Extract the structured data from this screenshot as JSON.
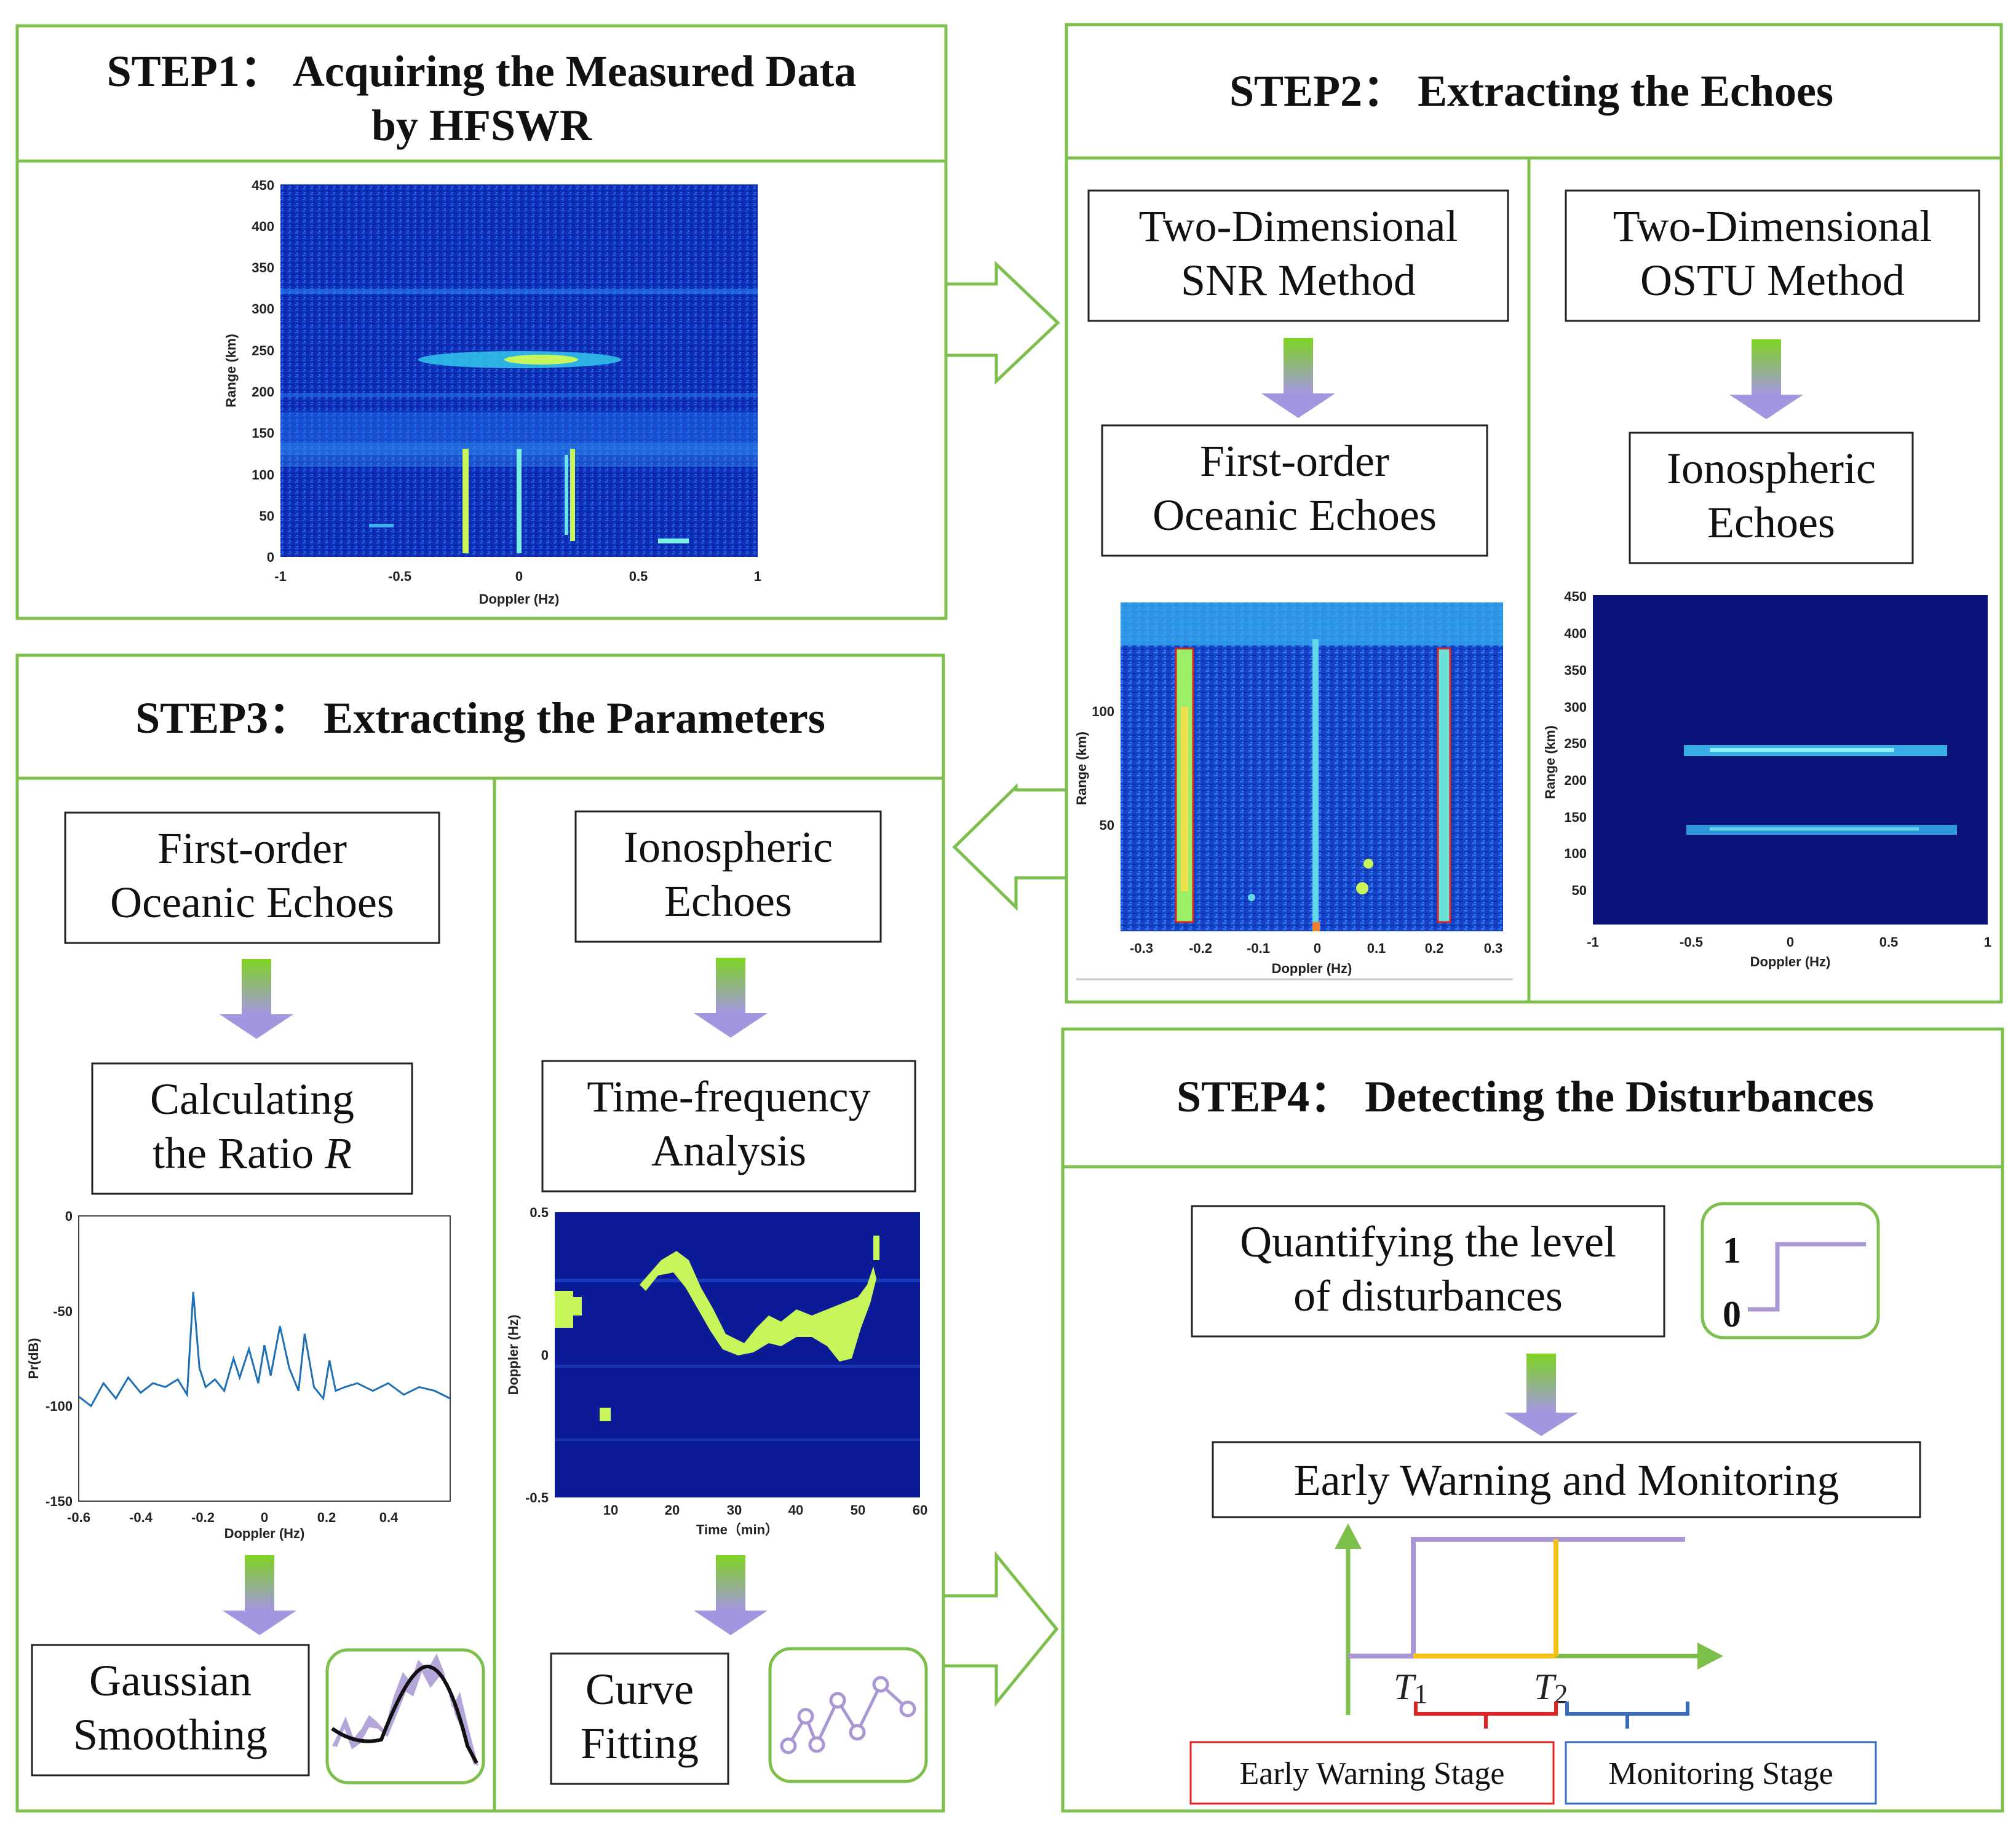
{
  "colors": {
    "frame": "#7cc04b",
    "box": "#222222",
    "purple": "#a897d2",
    "yellow": "#f5c21b",
    "red": "#e52222",
    "blue": "#3a6bc4",
    "radar_bg": "#0c1a8a",
    "radar_line": "#2ab0ff",
    "echo": "#c8f55a",
    "pdb_line": "#1f6fb5"
  },
  "icons": [
    "gradient-down-arrow-icon",
    "hollow-right-arrow-icon",
    "hollow-left-arrow-icon",
    "step-function-icon",
    "gaussian-curve-icon",
    "scatter-fit-icon"
  ],
  "step1": {
    "title_line1": "STEP1： Acquiring the Measured Data",
    "title_line2": "by HFSWR"
  },
  "step2": {
    "title": "STEP2： Extracting the Echoes",
    "left_method": [
      "Two-Dimensional",
      "SNR Method"
    ],
    "left_result": [
      "First-order",
      "Oceanic Echoes"
    ],
    "right_method": [
      "Two-Dimensional",
      "OSTU Method"
    ],
    "right_result": [
      "Ionospheric",
      "Echoes"
    ]
  },
  "step3": {
    "title": "STEP3：  Extracting the Parameters",
    "left_box1": [
      "First-order",
      "Oceanic Echoes"
    ],
    "left_box2_line1": "Calculating",
    "left_box2_line2_prefix": "the Ratio ",
    "left_box2_var": "R",
    "left_box3": [
      "Gaussian",
      "Smoothing"
    ],
    "right_box1": [
      "Ionospheric",
      "Echoes"
    ],
    "right_box2": [
      "Time-frequency",
      "Analysis"
    ],
    "right_box3": [
      "Curve",
      "Fitting"
    ]
  },
  "step4": {
    "title": "STEP4：  Detecting the Disturbances",
    "quantify": [
      "Quantifying the level",
      "of disturbances"
    ],
    "early_warning": "Early Warning and Monitoring",
    "level_high": "1",
    "level_low": "0",
    "t1": "T",
    "t1_sub": "1",
    "t2": "T",
    "t2_sub": "2",
    "early_stage": "Early Warning Stage",
    "monitor_stage": "Monitoring Stage"
  },
  "plot_main": {
    "xlabel": "Doppler (Hz)",
    "ylabel": "Range (km)",
    "xticks": [
      "-1",
      "-0.5",
      "0",
      "0.5",
      "1"
    ],
    "yticks": [
      "0",
      "50",
      "100",
      "150",
      "200",
      "250",
      "300",
      "350",
      "400",
      "450"
    ]
  },
  "plot_snr": {
    "xlabel": "Doppler (Hz)",
    "ylabel": "Range (km)",
    "xticks": [
      "-0.3",
      "-0.2",
      "-0.1",
      "0",
      "0.1",
      "0.2",
      "0.3"
    ],
    "yticks": [
      "50",
      "100"
    ]
  },
  "plot_ostu": {
    "xlabel": "Doppler (Hz)",
    "ylabel": "Range (km)",
    "xticks": [
      "-1",
      "-0.5",
      "0",
      "0.5",
      "1"
    ],
    "yticks": [
      "50",
      "100",
      "150",
      "200",
      "250",
      "300",
      "350",
      "400",
      "450"
    ]
  },
  "chart_data": [
    {
      "type": "line",
      "xlabel": "Doppler (Hz)",
      "ylabel": "Pr(dB)",
      "xticks": [
        "-0.6",
        "-0.4",
        "-0.2",
        "0",
        "0.2",
        "0.4"
      ],
      "yticks": [
        "0",
        "-50",
        "-100",
        "-150"
      ],
      "xlim": [
        -0.6,
        0.6
      ],
      "ylim": [
        -150,
        0
      ],
      "x": [
        -0.6,
        -0.56,
        -0.52,
        -0.48,
        -0.44,
        -0.4,
        -0.36,
        -0.32,
        -0.28,
        -0.25,
        -0.23,
        -0.21,
        -0.19,
        -0.16,
        -0.13,
        -0.1,
        -0.08,
        -0.05,
        -0.02,
        0,
        0.02,
        0.05,
        0.08,
        0.11,
        0.13,
        0.16,
        0.19,
        0.21,
        0.23,
        0.26,
        0.3,
        0.35,
        0.4,
        0.45,
        0.5,
        0.55,
        0.6
      ],
      "y": [
        -95,
        -100,
        -88,
        -96,
        -85,
        -93,
        -88,
        -90,
        -86,
        -94,
        -40,
        -80,
        -90,
        -86,
        -92,
        -75,
        -85,
        -70,
        -88,
        -68,
        -84,
        -58,
        -80,
        -92,
        -62,
        -90,
        -96,
        -76,
        -92,
        -90,
        -88,
        -92,
        -88,
        -94,
        -90,
        -92,
        -96
      ]
    },
    {
      "type": "heatmap",
      "xlabel": "Time（min）",
      "ylabel": "Doppler (Hz)",
      "xticks": [
        "10",
        "20",
        "30",
        "40",
        "50",
        "60"
      ],
      "yticks": [
        "0.5",
        "0",
        "-0.5"
      ],
      "xlim": [
        0,
        60
      ],
      "ylim": [
        -0.5,
        0.5
      ]
    }
  ]
}
